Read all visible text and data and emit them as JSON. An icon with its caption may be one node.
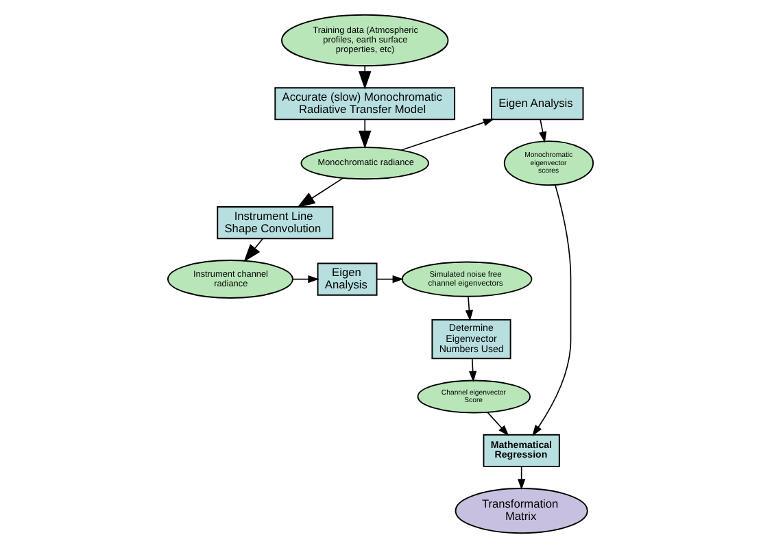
{
  "diagram": {
    "nodes": [
      {
        "text": [
          "Training data (Atmospheric profiles, earth surface properties, etc)"
        ]
      },
      {
        "text": [
          "Eigen Analysis"
        ]
      },
      {
        "text": [
          "Accurate (slow) Monochromatic Radiative Transfer Model"
        ]
      },
      {
        "text": [
          "Monochromatic eigenvector scores"
        ]
      },
      {
        "text": [
          "Mathematical Regression"
        ]
      },
      {
        "text": [
          "Monochromatic radiance"
        ]
      },
      {
        "text": [
          "Channel eigenvector Score"
        ]
      },
      {
        "text": [
          "Transformation Matrix"
        ]
      },
      {
        "text": [
          "Instrument Line Shape Convolution"
        ]
      },
      {
        "text": [
          "Determine Eigenvector Numbers Used"
        ]
      },
      {
        "text": [
          "Instrument channel radiance"
        ]
      },
      {
        "text": [
          "Simulated noise free channel eigenvectors"
        ]
      },
      {
        "text": [
          "Eigen Analysis"
        ]
      }
    ],
    "edges": [
      {
        "from": 0,
        "to": 2,
        "arrow": "to"
      },
      {
        "from": 2,
        "to": 5,
        "arrow": "to"
      },
      {
        "from": 5,
        "to": 1,
        "arrow": "to"
      },
      {
        "from": 1,
        "to": 3,
        "arrow": "to"
      },
      {
        "from": 3,
        "to": 4,
        "arrow": "to"
      },
      {
        "from": 6,
        "to": 4,
        "arrow": "to"
      },
      {
        "from": 4,
        "to": 7,
        "arrow": "to"
      },
      {
        "from": 5,
        "to": 8,
        "arrow": "to"
      },
      {
        "from": 8,
        "to": 10,
        "arrow": "to"
      },
      {
        "from": 10,
        "to": 12,
        "arrow": "to"
      },
      {
        "from": 12,
        "to": 11,
        "arrow": "to"
      },
      {
        "from": 11,
        "to": 9,
        "arrow": "to"
      },
      {
        "from": 9,
        "to": 6,
        "arrow": "to"
      }
    ]
  }
}
